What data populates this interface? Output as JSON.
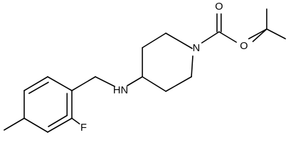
{
  "molecule": {
    "atoms": {
      "oxygen_carbonyl": "O",
      "oxygen_ester": "O",
      "nitrogen_ring": "N",
      "nitrogen_amine": "N",
      "hydrogen_amine": "H",
      "fluorine": "F"
    }
  }
}
